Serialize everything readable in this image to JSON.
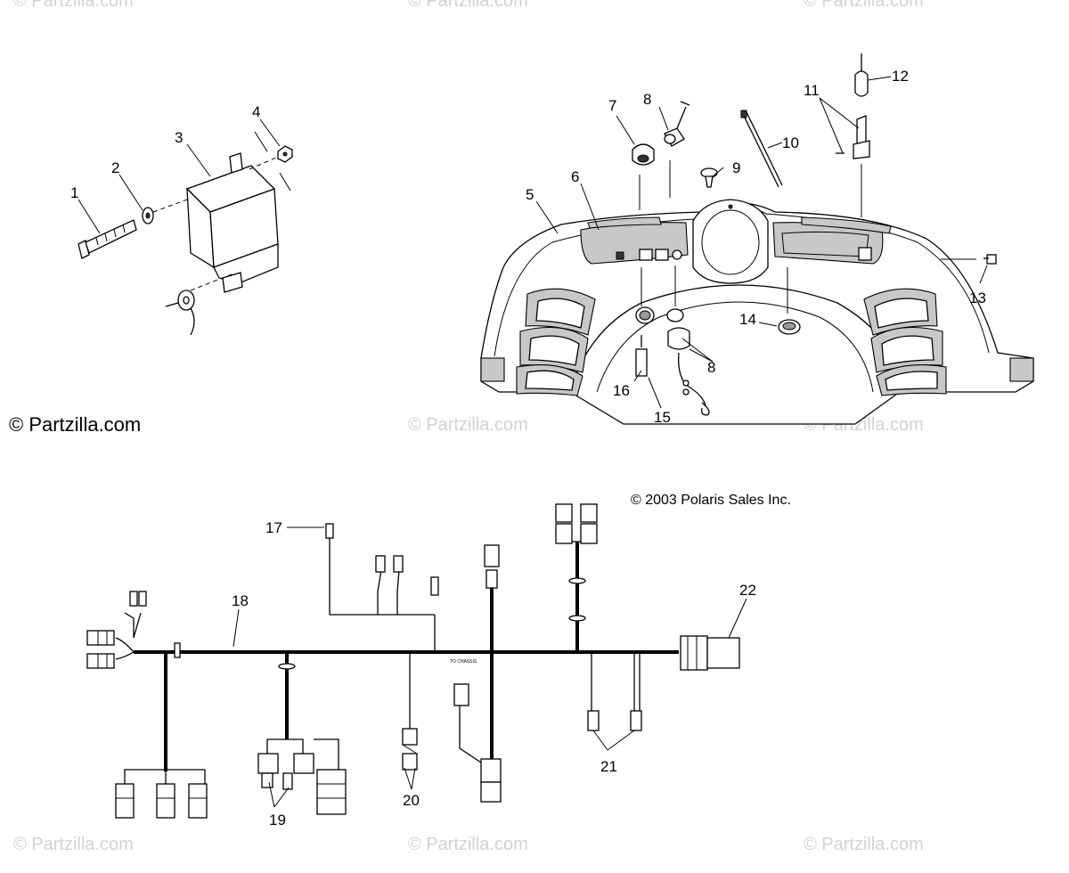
{
  "watermarks": {
    "top_left": "© Partzilla.com",
    "top_center": "© Partzilla.com",
    "top_right": "© Partzilla.com",
    "mid_center": "© Partzilla.com",
    "mid_right": "© Partzilla.com",
    "bottom_left": "© Partzilla.com",
    "bottom_center": "© Partzilla.com",
    "bottom_right": "© Partzilla.com"
  },
  "copyright": {
    "partzilla": "© Partzilla.com",
    "polaris": "© 2003 Polaris Sales Inc."
  },
  "harness_label": "TO CHASSIS",
  "callouts": {
    "c1": "1",
    "c2": "2",
    "c3": "3",
    "c4": "4",
    "c5": "5",
    "c6": "6",
    "c7": "7",
    "c8a": "8",
    "c8b": "8",
    "c9": "9",
    "c10": "10",
    "c11": "11",
    "c12": "12",
    "c13": "13",
    "c14": "14",
    "c15": "15",
    "c16": "16",
    "c17": "17",
    "c18": "18",
    "c19": "19",
    "c20": "20",
    "c21": "21",
    "c22": "22"
  }
}
